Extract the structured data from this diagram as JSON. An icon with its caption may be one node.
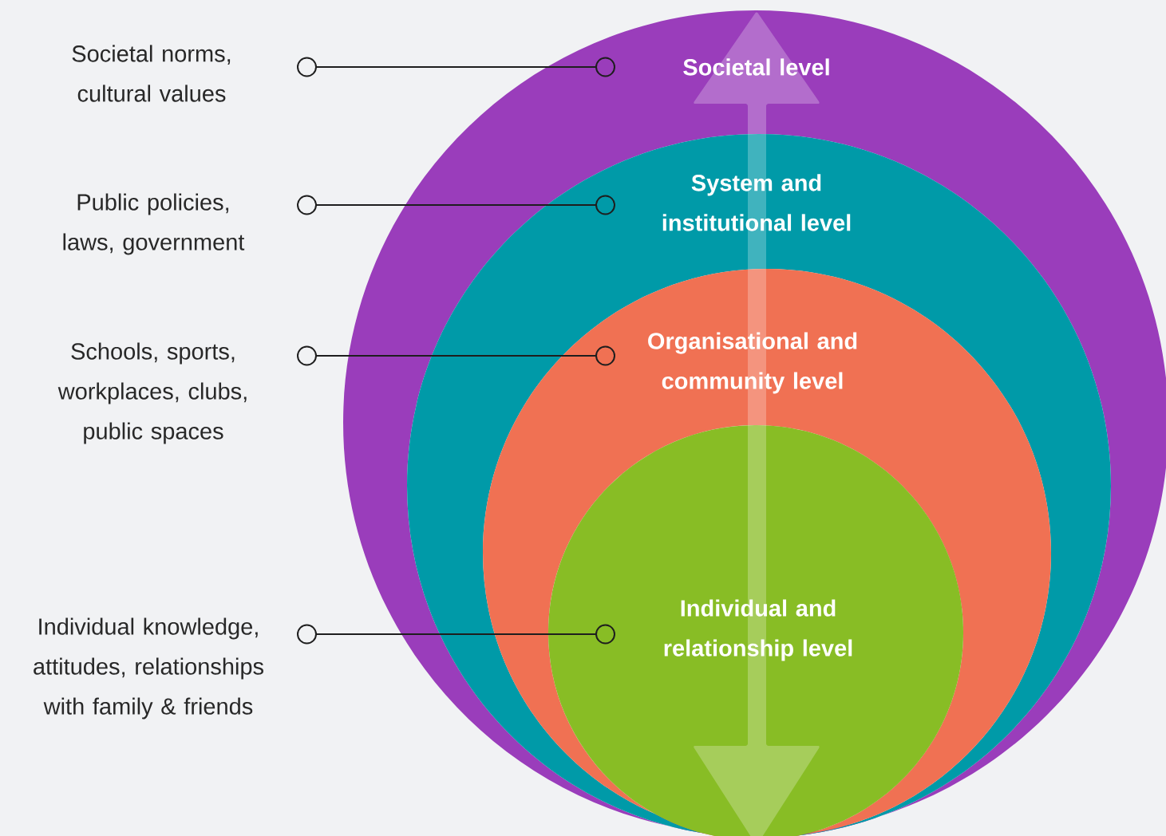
{
  "diagram": {
    "nodes": [
      {
        "text": [
          "Societal level"
        ]
      },
      {
        "text": [
          "System and institutional level"
        ],
        "in": 0
      },
      {
        "text": [
          "Organisational and community level"
        ],
        "in": 1
      },
      {
        "text": [
          "Individual and relationship level"
        ],
        "in": 2
      },
      {
        "text": [
          "Societal norms, cultural values"
        ]
      },
      {
        "text": [
          "Public policies, laws, government"
        ]
      },
      {
        "text": [
          "Schools, sports, workplaces, clubs, public spaces"
        ]
      },
      {
        "text": [
          "Individual knowledge, attitudes, relationships with family & friends"
        ]
      }
    ],
    "edges": [
      {
        "from": 4,
        "to": 0,
        "arrow": "other"
      },
      {
        "from": 5,
        "to": 1,
        "arrow": "other"
      },
      {
        "from": 6,
        "to": 2,
        "arrow": "other"
      },
      {
        "from": 7,
        "to": 3,
        "arrow": "other"
      }
    ]
  }
}
